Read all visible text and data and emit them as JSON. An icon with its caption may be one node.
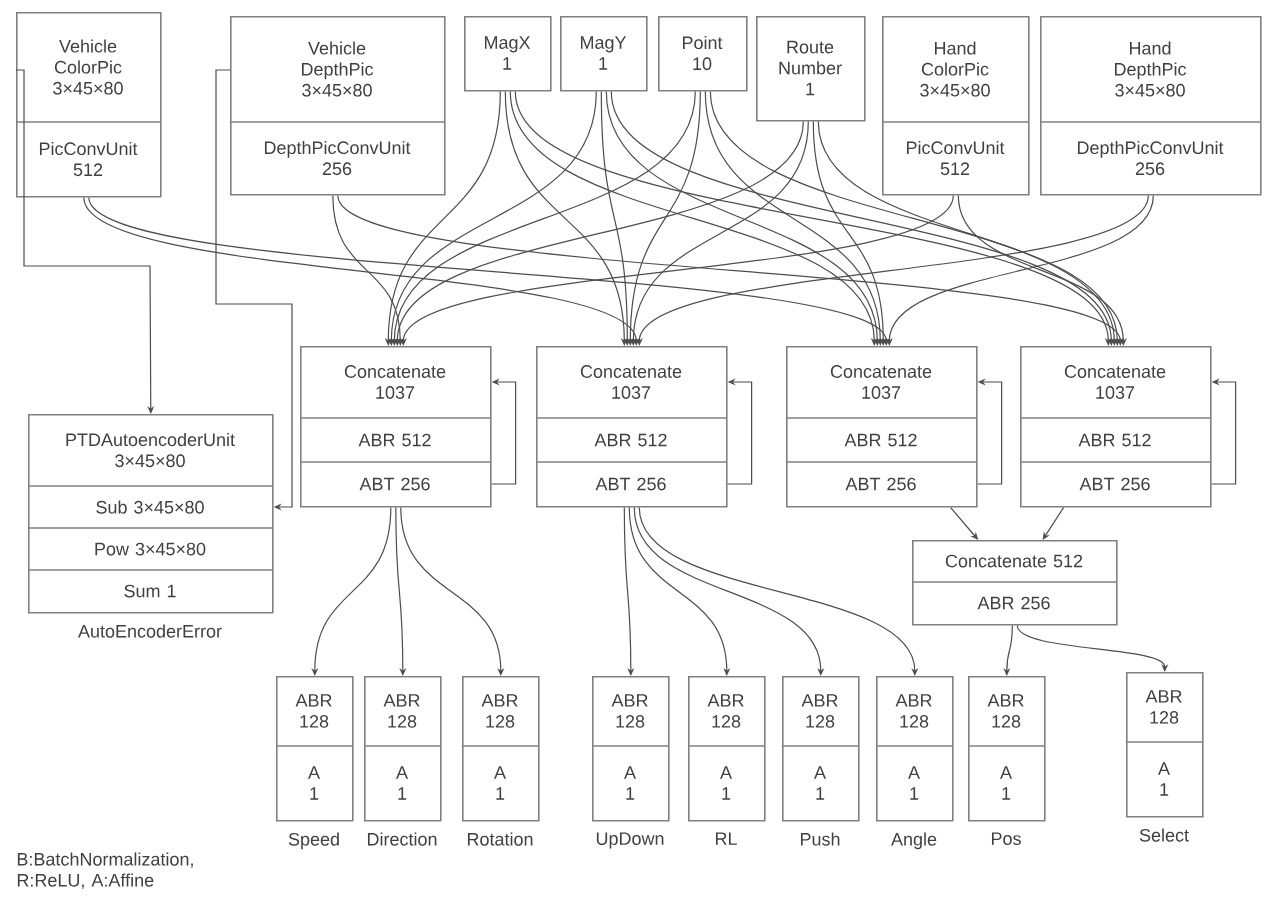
{
  "diagram": {
    "nodes": [
      {
        "text": [
          "Vehicle ColorPic 3×45×80",
          "PicConvUnit 512"
        ]
      },
      {
        "text": [
          "Vehicle DepthPic 3×45×80",
          "DepthPicConvUnit 256"
        ]
      },
      {
        "text": [
          "MagX 1"
        ]
      },
      {
        "text": [
          "MagY 1"
        ]
      },
      {
        "text": [
          "Point 10"
        ]
      },
      {
        "text": [
          "Route Number 1"
        ]
      },
      {
        "text": [
          "Hand ColorPic 3×45×80",
          "PicConvUnit 512"
        ]
      },
      {
        "text": [
          "Hand DepthPic 3×45×80",
          "DepthPicConvUnit 256"
        ]
      },
      {
        "text": [
          "Concatenate 1037",
          "ABR 512",
          "ABT 256"
        ]
      },
      {
        "text": [
          "Concatenate 1037",
          "ABR 512",
          "ABT 256"
        ]
      },
      {
        "text": [
          "Concatenate 1037",
          "ABR 512",
          "ABT 256"
        ]
      },
      {
        "text": [
          "Concatenate 1037",
          "ABR 512",
          "ABT 256"
        ]
      },
      {
        "text": [
          "PTDAutoencoderUnit 3×45×80",
          "Sub 3×45×80",
          "Pow 3×45×80",
          "Sum 1"
        ],
        "beside": [
          "AutoEncoderError"
        ]
      },
      {
        "text": [
          "Concatenate 512",
          "ABR 256"
        ]
      },
      {
        "text": [
          "ABR 128",
          "A 1"
        ],
        "beside": [
          "Speed"
        ]
      },
      {
        "text": [
          "ABR 128",
          "A 1"
        ],
        "beside": [
          "Direction"
        ]
      },
      {
        "text": [
          "ABR 128",
          "A 1"
        ],
        "beside": [
          "Rotation"
        ]
      },
      {
        "text": [
          "ABR 128",
          "A 1"
        ],
        "beside": [
          "UpDown"
        ]
      },
      {
        "text": [
          "ABR 128",
          "A 1"
        ],
        "beside": [
          "RL"
        ]
      },
      {
        "text": [
          "ABR 128",
          "A 1"
        ],
        "beside": [
          "Push"
        ]
      },
      {
        "text": [
          "ABR 128",
          "A 1"
        ],
        "beside": [
          "Angle"
        ]
      },
      {
        "text": [
          "ABR 128",
          "A 1"
        ],
        "beside": [
          "Pos"
        ]
      },
      {
        "text": [
          "ABR 128",
          "A 1"
        ],
        "beside": [
          "Select"
        ]
      }
    ],
    "edges": [
      {
        "from": 2,
        "to": 8,
        "arrow": "to"
      },
      {
        "from": 2,
        "to": 9,
        "arrow": "to"
      },
      {
        "from": 2,
        "to": 10,
        "arrow": "to"
      },
      {
        "from": 2,
        "to": 11,
        "arrow": "to"
      },
      {
        "from": 3,
        "to": 8,
        "arrow": "to"
      },
      {
        "from": 3,
        "to": 9,
        "arrow": "to"
      },
      {
        "from": 3,
        "to": 10,
        "arrow": "to"
      },
      {
        "from": 3,
        "to": 11,
        "arrow": "to"
      },
      {
        "from": 4,
        "to": 8,
        "arrow": "to"
      },
      {
        "from": 4,
        "to": 9,
        "arrow": "to"
      },
      {
        "from": 4,
        "to": 10,
        "arrow": "to"
      },
      {
        "from": 4,
        "to": 11,
        "arrow": "to"
      },
      {
        "from": 5,
        "to": 8,
        "arrow": "to"
      },
      {
        "from": 5,
        "to": 9,
        "arrow": "to"
      },
      {
        "from": 5,
        "to": 10,
        "arrow": "to"
      },
      {
        "from": 5,
        "to": 11,
        "arrow": "to"
      },
      {
        "from": 0,
        "to": 9,
        "arrow": "to"
      },
      {
        "from": 0,
        "to": 10,
        "arrow": "to"
      },
      {
        "from": 1,
        "to": 8,
        "arrow": "to"
      },
      {
        "from": 1,
        "to": 11,
        "arrow": "to"
      },
      {
        "from": 6,
        "to": 8,
        "arrow": "to"
      },
      {
        "from": 6,
        "to": 11,
        "arrow": "to"
      },
      {
        "from": 7,
        "to": 9,
        "arrow": "to"
      },
      {
        "from": 7,
        "to": 10,
        "arrow": "to"
      },
      {
        "from": 0,
        "to": 12,
        "arrow": "to"
      },
      {
        "from": 1,
        "to": 12,
        "arrow": "to"
      },
      {
        "from": 8,
        "to": 8,
        "arrow": "to"
      },
      {
        "from": 9,
        "to": 9,
        "arrow": "to"
      },
      {
        "from": 10,
        "to": 10,
        "arrow": "to"
      },
      {
        "from": 11,
        "to": 11,
        "arrow": "to"
      },
      {
        "from": 10,
        "to": 13,
        "arrow": "to"
      },
      {
        "from": 11,
        "to": 13,
        "arrow": "to"
      },
      {
        "from": 8,
        "to": 14,
        "arrow": "to"
      },
      {
        "from": 8,
        "to": 15,
        "arrow": "to"
      },
      {
        "from": 8,
        "to": 16,
        "arrow": "to"
      },
      {
        "from": 9,
        "to": 17,
        "arrow": "to"
      },
      {
        "from": 9,
        "to": 18,
        "arrow": "to"
      },
      {
        "from": 9,
        "to": 19,
        "arrow": "to"
      },
      {
        "from": 9,
        "to": 20,
        "arrow": "to"
      },
      {
        "from": 13,
        "to": 21,
        "arrow": "to"
      },
      {
        "from": 13,
        "to": 22,
        "arrow": "to"
      }
    ],
    "labels": [
      "B:BatchNormalization, R:ReLU, A:Affine"
    ]
  }
}
